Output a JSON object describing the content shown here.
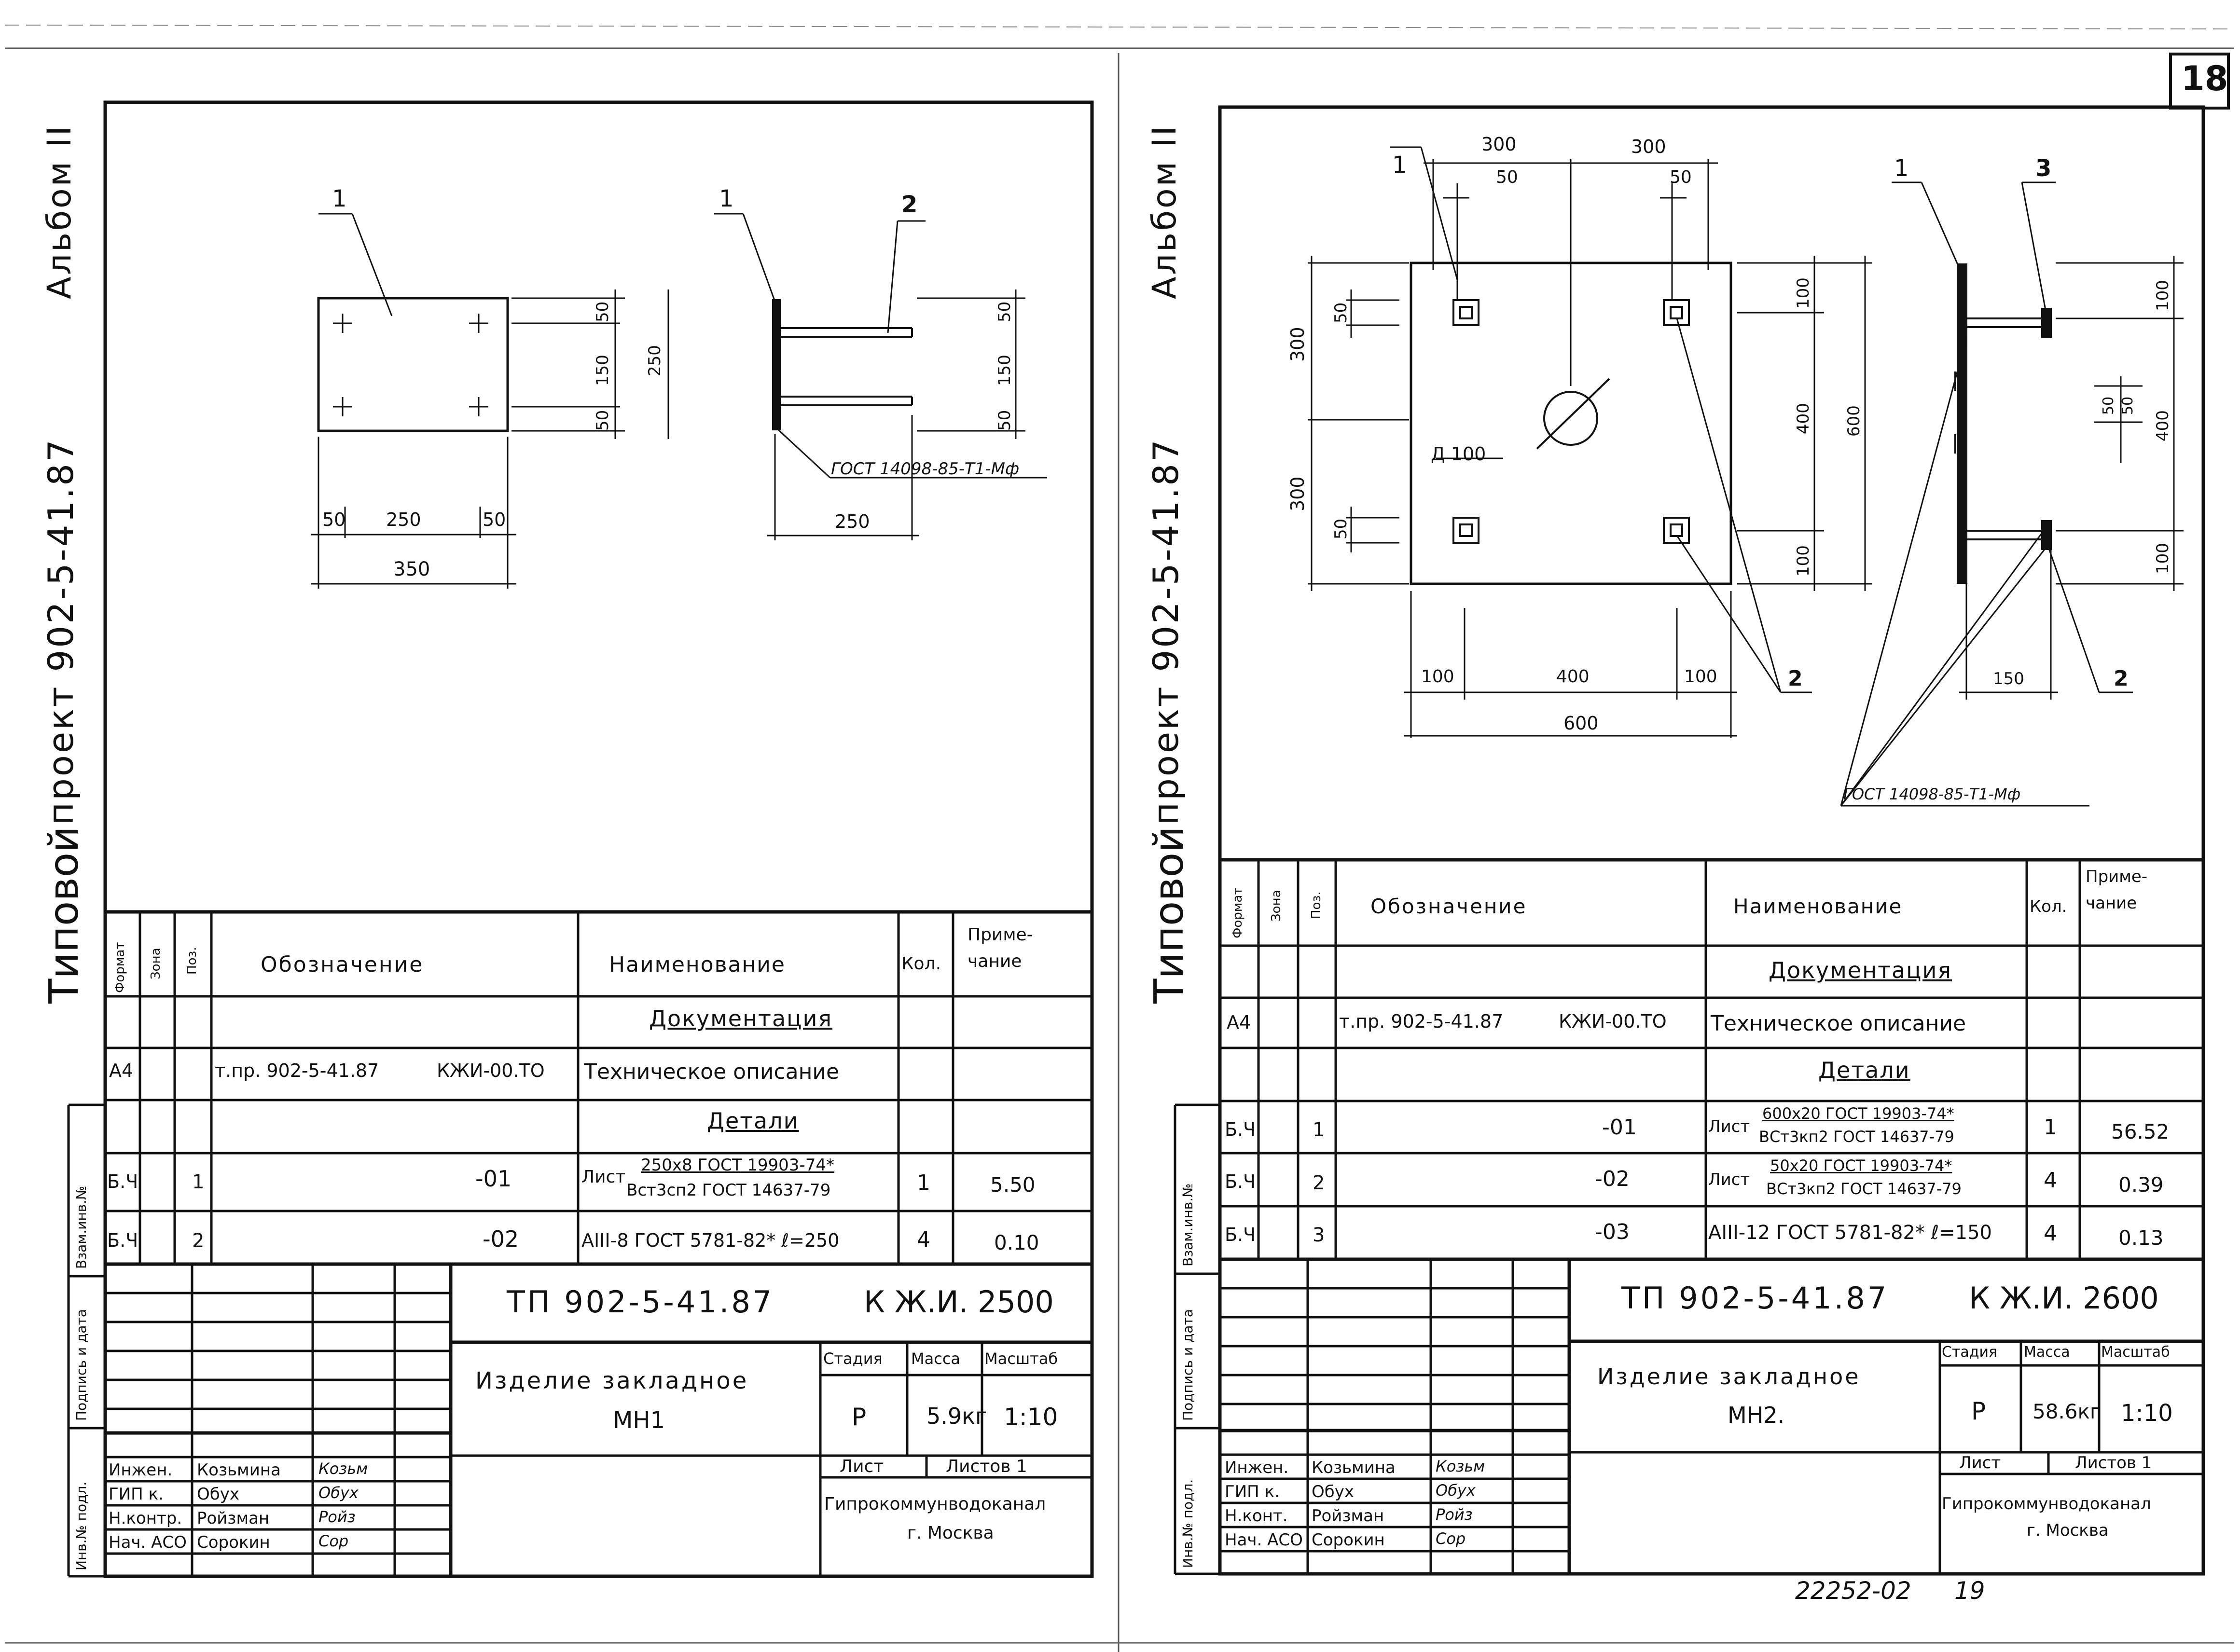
{
  "page_number": "18",
  "bottom_stamp": "22252-02",
  "bottom_page": "19",
  "margin": {
    "kind": "Типовой",
    "project": "проект 902-5-41.87",
    "album": "Альбом II",
    "vzam_inv": "Взам.инв.№",
    "podpis_data": "Подпись и дата",
    "inv_podl": "Инв.№ подл."
  },
  "columns": {
    "format": "Формат",
    "zone": "Зона",
    "pos": "Поз.",
    "designation": "Обозначение",
    "name": "Наименование",
    "qty": "Кол.",
    "note_line1": "Приме-",
    "note_line2": "чание"
  },
  "sheet1": {
    "drawing": {
      "pos1_a": "1",
      "pos1_b": "1",
      "pos2": "2",
      "dims_w": [
        "50",
        "250",
        "50"
      ],
      "dim_total_w": "350",
      "dims_h": [
        "50",
        "150",
        "50"
      ],
      "dim_total_h": "250",
      "side_dims": [
        "50",
        "150",
        "50"
      ],
      "side_len": "250",
      "weld": "ГОСТ 14098-85-Т1-Мф"
    },
    "spec": {
      "section_doc": "Документация",
      "doc_format": "А4",
      "doc_designation": "т.пр. 902-5-41.87",
      "doc_code": "КЖИ-00.ТО",
      "doc_name": "Техническое описание",
      "section_parts": "Детали",
      "rows": [
        {
          "format": "Б.Ч",
          "pos": "1",
          "designation": "-01",
          "name_prefix": "Лист",
          "name_top": "250х8 ГОСТ 19903-74*",
          "name_bottom": "Вст3сп2 ГОСТ 14637-79",
          "qty": "1",
          "note": "5.50"
        },
        {
          "format": "Б.Ч",
          "pos": "2",
          "designation": "-02",
          "name_prefix": "",
          "name_top": "АIII-8 ГОСТ 5781-82* ℓ=250",
          "name_bottom": "",
          "qty": "4",
          "note": "0.10"
        }
      ]
    },
    "title": {
      "code": "ТП 902-5-41.87",
      "mark": "К Ж.И. 2500",
      "item": "Изделие закладное",
      "item_mark": "МН1",
      "stage_label": "Стадия",
      "mass_label": "Масса",
      "scale_label": "Масштаб",
      "stage": "Р",
      "mass": "5.9кг",
      "scale": "1:10",
      "sheet_label": "Лист",
      "sheets_label": "Листов 1",
      "org": "Гипрокоммунводоканал",
      "city": "г. Москва",
      "staff": [
        {
          "role": "Инжен.",
          "name": "Козьмина",
          "sign": "Козьм"
        },
        {
          "role": "ГИП к.",
          "name": "Обух",
          "sign": "Обух"
        },
        {
          "role": "Н.контр.",
          "name": "Ройзман",
          "sign": "Ройз"
        },
        {
          "role": "Нач. АСО",
          "name": "Сорокин",
          "sign": "Сор"
        }
      ]
    }
  },
  "sheet2": {
    "drawing": {
      "pos1_a": "1",
      "pos1_b": "1",
      "pos3": "3",
      "pos2_a": "2",
      "pos2_b": "2",
      "top_dims": [
        "300",
        "300"
      ],
      "top_small": [
        "50",
        "50"
      ],
      "left_dims": [
        "300",
        "300"
      ],
      "left_small": [
        "50",
        "50"
      ],
      "hole": "Д 100",
      "right_dims": [
        "100",
        "400",
        "100"
      ],
      "right_total": "600",
      "bottom_dims": [
        "100",
        "400",
        "100"
      ],
      "bottom_total": "600",
      "side_dims": [
        "100",
        "50",
        "50",
        "400",
        "100"
      ],
      "side_len": "150",
      "weld": "ГОСТ 14098-85-Т1-Мф"
    },
    "spec": {
      "section_doc": "Документация",
      "doc_format": "А4",
      "doc_designation": "т.пр. 902-5-41.87",
      "doc_code": "КЖИ-00.ТО",
      "doc_name": "Техническое описание",
      "section_parts": "Детали",
      "rows": [
        {
          "format": "Б.Ч",
          "pos": "1",
          "designation": "-01",
          "name_prefix": "Лист",
          "name_top": "600х20 ГОСТ 19903-74*",
          "name_bottom": "ВСт3кп2 ГОСТ 14637-79",
          "qty": "1",
          "note": "56.52"
        },
        {
          "format": "Б.Ч",
          "pos": "2",
          "designation": "-02",
          "name_prefix": "Лист",
          "name_top": "50х20 ГОСТ 19903-74*",
          "name_bottom": "ВСт3кп2 ГОСТ 14637-79",
          "qty": "4",
          "note": "0.39"
        },
        {
          "format": "Б.Ч",
          "pos": "3",
          "designation": "-03",
          "name_prefix": "",
          "name_top": "АIII-12 ГОСТ 5781-82* ℓ=150",
          "name_bottom": "",
          "qty": "4",
          "note": "0.13"
        }
      ]
    },
    "title": {
      "code": "ТП 902-5-41.87",
      "mark": "К Ж.И. 2600",
      "item": "Изделие закладное",
      "item_mark": "МН2.",
      "stage_label": "Стадия",
      "mass_label": "Масса",
      "scale_label": "Масштаб",
      "stage": "Р",
      "mass": "58.6кг",
      "scale": "1:10",
      "sheet_label": "Лист",
      "sheets_label": "Листов 1",
      "org": "Гипрокоммунводоканал",
      "city": "г. Москва",
      "staff": [
        {
          "role": "Инжен.",
          "name": "Козьмина",
          "sign": "Козьм"
        },
        {
          "role": "ГИП к.",
          "name": "Обух",
          "sign": "Обух"
        },
        {
          "role": "Н.конт.",
          "name": "Ройзман",
          "sign": "Ройз"
        },
        {
          "role": "Нач. АСО",
          "name": "Сорокин",
          "sign": "Сор"
        }
      ]
    }
  }
}
